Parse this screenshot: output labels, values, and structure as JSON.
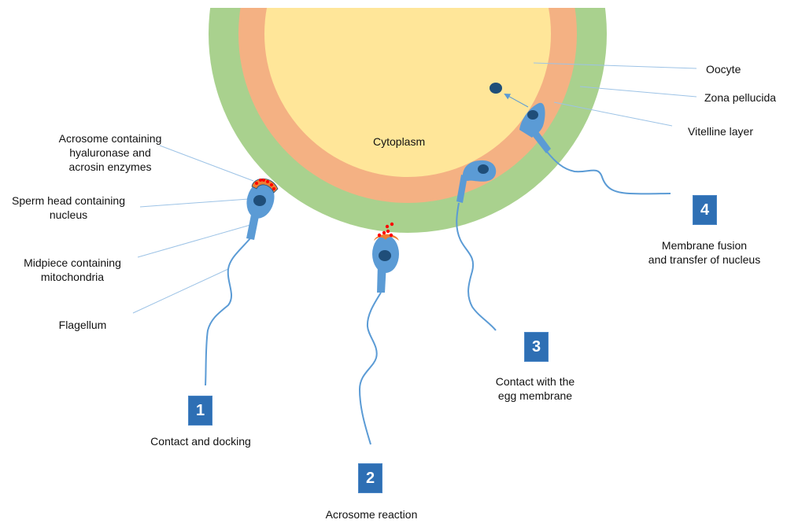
{
  "colors": {
    "zona_pellucida": "#a9d18e",
    "vitelline_layer": "#f4b183",
    "cytoplasm": "#ffe699",
    "sperm_body": "#5b9bd5",
    "nucleus": "#1f4e79",
    "acrosome": "#ed7d31",
    "enzyme_dots": "#ff0000",
    "leader_line": "#9dc3e6",
    "step_badge": "#2e6fb4"
  },
  "egg": {
    "cytoplasm_label": "Cytoplasm"
  },
  "labels_right": [
    {
      "id": "oocyte",
      "text": "Oocyte"
    },
    {
      "id": "zona-pellucida",
      "text": "Zona pellucida"
    },
    {
      "id": "vitelline-layer",
      "text": "Vitelline layer"
    }
  ],
  "labels_left": [
    {
      "id": "acrosome",
      "lines": [
        "Acrosome containing",
        "hyaluronase and",
        "acrosin enzymes"
      ]
    },
    {
      "id": "sperm-head",
      "lines": [
        "Sperm head containing",
        "nucleus"
      ]
    },
    {
      "id": "midpiece",
      "lines": [
        "Midpiece containing",
        "mitochondria"
      ]
    },
    {
      "id": "flagellum",
      "lines": [
        "Flagellum"
      ]
    }
  ],
  "steps": [
    {
      "number": "1",
      "lines": [
        "Contact and docking"
      ]
    },
    {
      "number": "2",
      "lines": [
        "Acrosome reaction"
      ]
    },
    {
      "number": "3",
      "lines": [
        "Contact with the",
        "egg membrane"
      ]
    },
    {
      "number": "4",
      "lines": [
        "Membrane fusion",
        "and transfer of nucleus"
      ]
    }
  ]
}
